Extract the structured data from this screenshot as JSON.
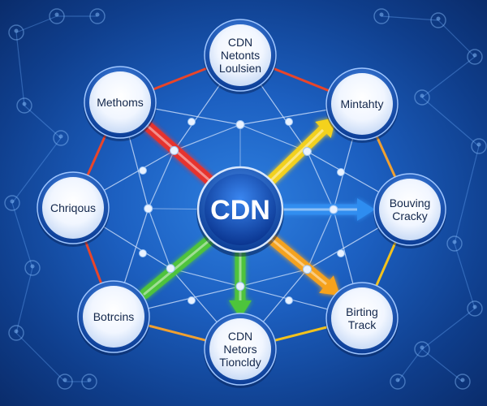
{
  "center": {
    "label": "CDN"
  },
  "nodes": [
    {
      "id": "top",
      "lines": [
        "CDN",
        "Netonts",
        "Loulsien"
      ]
    },
    {
      "id": "top-right",
      "lines": [
        "Mintahty"
      ]
    },
    {
      "id": "right",
      "lines": [
        "Bouving",
        "Cracky"
      ]
    },
    {
      "id": "bottom-right",
      "lines": [
        "Birting",
        "Track"
      ]
    },
    {
      "id": "bottom",
      "lines": [
        "CDN",
        "Netors",
        "Tioncldy"
      ]
    },
    {
      "id": "bottom-left",
      "lines": [
        "Botrcins"
      ]
    },
    {
      "id": "left",
      "lines": [
        "Chriqous"
      ]
    },
    {
      "id": "top-left",
      "lines": [
        "Methoms"
      ]
    }
  ],
  "colors": {
    "ring": [
      "#e8452a",
      "#f0a030",
      "#f2c21d",
      "#f2c21d",
      "#f0a030",
      "#e8452a",
      "#e8452a",
      "#e8452a"
    ],
    "arrow_top": "#25c9b0",
    "arrow_top_right": "#f4d21a",
    "arrow_right": "#2f8df0",
    "arrow_bottom_right": "#f7a21a",
    "arrow_bottom": "#4ec43a",
    "arrow_bottom_left": "#4ec43a",
    "arrow_left": "#f7901a",
    "arrow_top_left": "#e8302a"
  }
}
